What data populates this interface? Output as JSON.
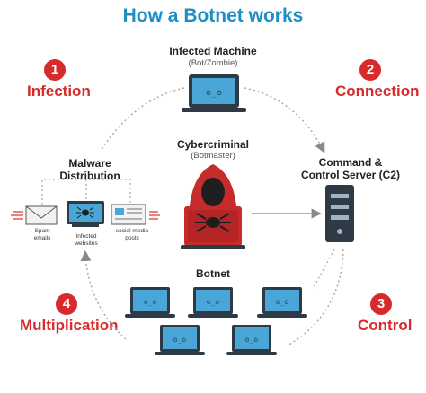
{
  "title": "How a Botnet works",
  "steps": [
    {
      "number": "1",
      "label": "Infection"
    },
    {
      "number": "2",
      "label": "Connection"
    },
    {
      "number": "3",
      "label": "Control"
    },
    {
      "number": "4",
      "label": "Multiplication"
    }
  ],
  "infected_machine": {
    "title": "Infected Machine",
    "subtitle": "(Bot/Zombie)"
  },
  "cybercriminal": {
    "title": "Cybercriminal",
    "subtitle": "(Botmaster)"
  },
  "c2": {
    "title_line1": "Command &",
    "title_line2": "Control Server (C2)"
  },
  "malware": {
    "title_line1": "Malware",
    "title_line2": "Distribution",
    "items": [
      {
        "line1": "Spam",
        "line2": "emails"
      },
      {
        "line1": "Infected",
        "line2": "websites"
      },
      {
        "line1": "social media",
        "line2": "posts"
      }
    ]
  },
  "botnet": {
    "title": "Botnet"
  },
  "colors": {
    "title_blue": "#1e8fc6",
    "step_red": "#d72b2b",
    "screen_blue": "#4aa6d6",
    "dark": "#2e3a45",
    "hood_red": "#c62c2c"
  }
}
